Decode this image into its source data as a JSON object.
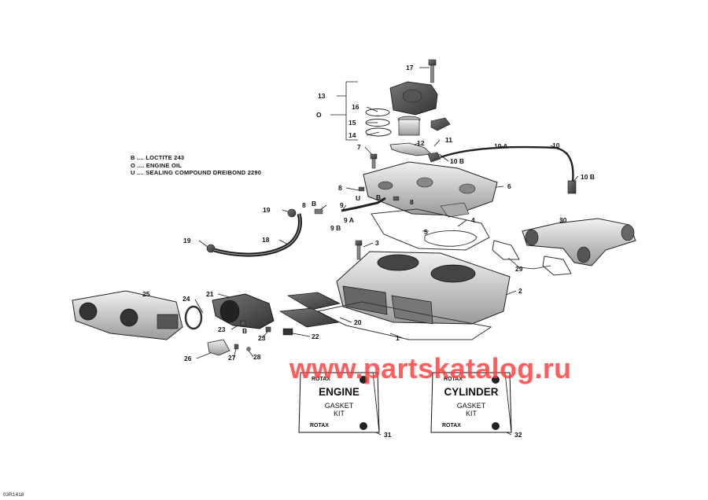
{
  "legend": {
    "loctite": "B .... LOCTITE 243",
    "oil": "O .... ENGINE OIL",
    "sealing": "U .... SEALING COMPOUND DREIBOND 2290"
  },
  "callouts": {
    "c1": "1",
    "c2": "2",
    "c3": "3",
    "c4": "4",
    "c5": "5",
    "c6": "6",
    "c7": "7",
    "c8a": "8",
    "c8b": "8",
    "c8c": "8",
    "c9": "9",
    "c9a": "9 A",
    "c9b": "9 B",
    "c10": "10",
    "c10a": "10 A",
    "c10b1": "10 B",
    "c10b2": "10 B",
    "c11": "11",
    "c12": "12",
    "c13": "13",
    "c14": "14",
    "c15": "15",
    "c16": "16",
    "c17": "17",
    "c18": "18",
    "c19a": "19",
    "c19b": "19",
    "c20": "20",
    "c21": "21",
    "c22": "22",
    "c23a": "23",
    "c23b": "23",
    "c24": "24",
    "c25": "25",
    "c26": "26",
    "c27": "27",
    "c28": "28",
    "c29": "29",
    "c30": "30",
    "c31": "31",
    "c32": "32",
    "o_oil": "O",
    "b1": "B",
    "b2": "B",
    "b3": "B",
    "u1": "U"
  },
  "kits": {
    "engine": {
      "brand_top": "ROTAX",
      "title": "ENGINE",
      "sub1": "GASKET",
      "sub2": "KIT",
      "brand_bottom": "ROTAX"
    },
    "cylinder": {
      "brand_top": "ROTAX",
      "title": "CYLINDER",
      "sub1": "GASKET",
      "sub2": "KIT",
      "brand_bottom": "ROTAX"
    }
  },
  "watermark": "www.partskatalog.ru",
  "reference": "03R1418",
  "colors": {
    "watermark": "#ff3b3b",
    "line": "#1a1a1a",
    "part_fill": "#d9d9d9",
    "part_dark": "#6e6e6e"
  }
}
